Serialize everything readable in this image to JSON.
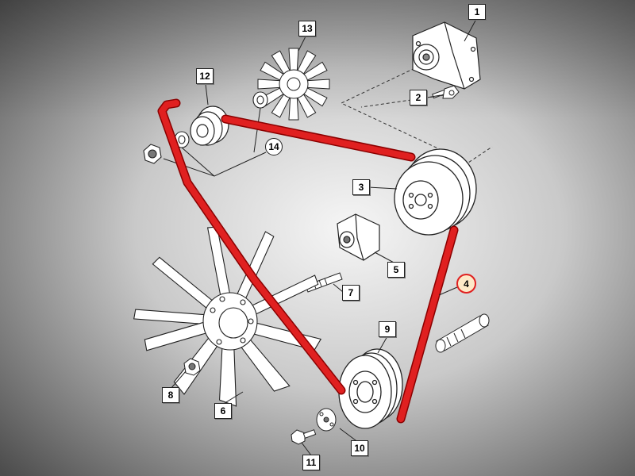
{
  "diagram": {
    "colors": {
      "belt": "#e02020",
      "belt_dark": "#8a0000",
      "selected_callout_fill": "#fde9c8",
      "selected_callout_ring": "#e02020",
      "background_center": "#f2f2f2",
      "background_edge": "#5a5a5a"
    },
    "selected_part": "4",
    "callouts": [
      {
        "id": "1",
        "label": "1",
        "shape": "box"
      },
      {
        "id": "2",
        "label": "2",
        "shape": "box"
      },
      {
        "id": "3",
        "label": "3",
        "shape": "box"
      },
      {
        "id": "4",
        "label": "4",
        "shape": "circle",
        "selected": true
      },
      {
        "id": "5",
        "label": "5",
        "shape": "box"
      },
      {
        "id": "6",
        "label": "6",
        "shape": "box"
      },
      {
        "id": "7",
        "label": "7",
        "shape": "box"
      },
      {
        "id": "8",
        "label": "8",
        "shape": "box"
      },
      {
        "id": "9",
        "label": "9",
        "shape": "box"
      },
      {
        "id": "10",
        "label": "10",
        "shape": "box"
      },
      {
        "id": "11",
        "label": "11",
        "shape": "box"
      },
      {
        "id": "12",
        "label": "12",
        "shape": "box"
      },
      {
        "id": "13",
        "label": "13",
        "shape": "box"
      },
      {
        "id": "14",
        "label": "14",
        "shape": "circle"
      }
    ]
  }
}
